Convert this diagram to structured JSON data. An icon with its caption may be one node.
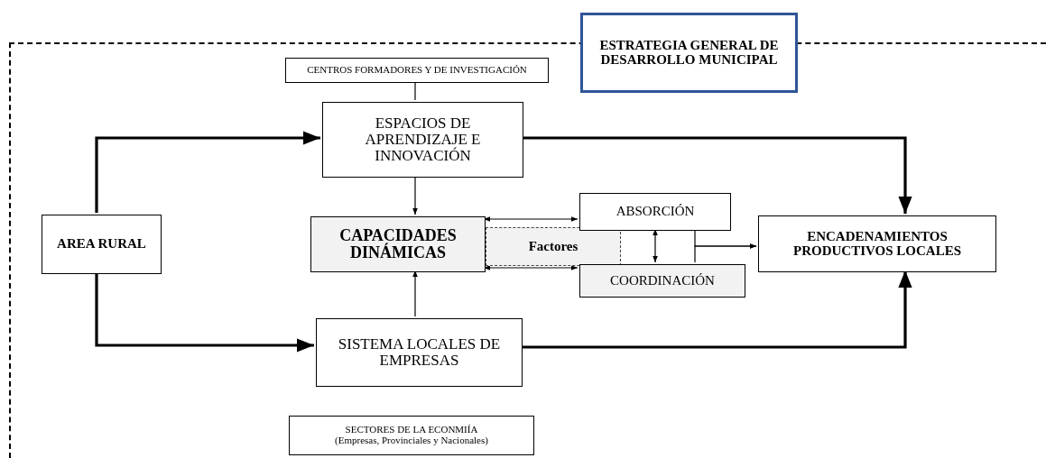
{
  "diagram": {
    "nodes": [
      {
        "text": [],
        "shape": "box"
      },
      {
        "text": [
          "ESTRATEGIA GENERAL DE DESARROLLO MUNICIPAL"
        ]
      },
      {
        "text": [
          "CENTROS FORMADORES Y DE INVESTIGACIÓN"
        ],
        "in": 0
      },
      {
        "text": [
          "ESPACIOS DE APRENDIZAJE E INNOVACIÓN"
        ],
        "in": 0
      },
      {
        "text": [
          "AREA RURAL"
        ],
        "in": 0
      },
      {
        "text": [
          "CAPACIDADES DINÁMICAS"
        ],
        "in": 0
      },
      {
        "text": [
          "Factores"
        ],
        "in": 0
      },
      {
        "text": [
          "ABSORCIÓN"
        ],
        "in": 0
      },
      {
        "text": [
          "COORDINACIÓN"
        ],
        "in": 0
      },
      {
        "text": [
          "ENCADENAMIENTOS PRODUCTIVOS LOCALES"
        ],
        "in": 0
      },
      {
        "text": [
          "SISTEMA LOCALES DE EMPRESAS"
        ],
        "in": 0
      },
      {
        "text": [
          "SECTORES DE LA ECONMIÍA",
          "(Empresas, Provinciales y Nacionales)"
        ],
        "in": 0
      }
    ],
    "edges": [
      {
        "from": 2,
        "to": 3,
        "arrow": "none"
      },
      {
        "from": 4,
        "to": 3,
        "arrow": "to",
        "style": "thick"
      },
      {
        "from": 4,
        "to": 10,
        "arrow": "to",
        "style": "thick"
      },
      {
        "from": 3,
        "to": 9,
        "arrow": "to",
        "style": "thick"
      },
      {
        "from": 10,
        "to": 9,
        "arrow": "to",
        "style": "thick"
      },
      {
        "from": 3,
        "to": 5,
        "arrow": "to"
      },
      {
        "from": 10,
        "to": 5,
        "arrow": "to"
      },
      {
        "from": 5,
        "to": 7,
        "arrow": "both"
      },
      {
        "from": 5,
        "to": 8,
        "arrow": "both"
      },
      {
        "from": 7,
        "to": 8,
        "arrow": "both"
      },
      {
        "from": 7,
        "to": 9,
        "arrow": "to"
      },
      {
        "from": 8,
        "to": 9,
        "arrow": "to"
      }
    ]
  }
}
